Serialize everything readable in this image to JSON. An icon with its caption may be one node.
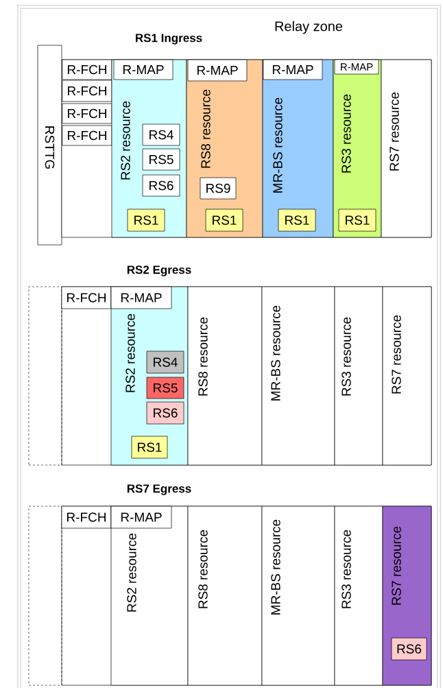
{
  "diagram": {
    "nodes": [
      {
        "text": [
          "RSTTG"
        ]
      },
      {
        "text": [
          "RS1 Ingress"
        ]
      },
      {
        "text": [
          "R-FCH"
        ],
        "in": 1
      },
      {
        "text": [
          "R-FCH"
        ],
        "in": 1
      },
      {
        "text": [
          "R-FCH"
        ],
        "in": 1
      },
      {
        "text": [
          "R-FCH"
        ],
        "in": 1
      },
      {
        "text": [
          "RS2 resource"
        ],
        "in": 1
      },
      {
        "text": [
          "R-MAP"
        ],
        "in": 6
      },
      {
        "text": [
          "RS4"
        ],
        "in": 6
      },
      {
        "text": [
          "RS5"
        ],
        "in": 6
      },
      {
        "text": [
          "RS6"
        ],
        "in": 6
      },
      {
        "text": [
          "RS1"
        ],
        "in": 6
      },
      {
        "text": [
          "RS8 resource"
        ],
        "in": 1
      },
      {
        "text": [
          "R-MAP"
        ],
        "in": 12
      },
      {
        "text": [
          "RS9"
        ],
        "in": 12
      },
      {
        "text": [
          "RS1"
        ],
        "in": 12
      },
      {
        "text": [
          "MR-BS resource"
        ],
        "in": 1
      },
      {
        "text": [
          "R-MAP"
        ],
        "in": 16
      },
      {
        "text": [
          "RS1"
        ],
        "in": 16
      },
      {
        "text": [
          "RS3 resource"
        ],
        "in": 1
      },
      {
        "text": [
          "R-MAP"
        ],
        "in": 19
      },
      {
        "text": [
          "RS1"
        ],
        "in": 19
      },
      {
        "text": [
          "RS7 resource"
        ],
        "in": 1
      },
      {
        "text": [
          "RS2 Egress"
        ]
      },
      {
        "text": [],
        "shape": "box"
      },
      {
        "text": [
          "R-FCH"
        ],
        "in": 23
      },
      {
        "text": [
          "RS2 resource"
        ],
        "in": 23
      },
      {
        "text": [
          "R-MAP"
        ],
        "in": 26
      },
      {
        "text": [
          "RS4"
        ],
        "in": 26
      },
      {
        "text": [
          "RS5"
        ],
        "in": 26
      },
      {
        "text": [
          "RS6"
        ],
        "in": 26
      },
      {
        "text": [
          "RS1"
        ],
        "in": 26
      },
      {
        "text": [
          "RS8 resource"
        ],
        "in": 23
      },
      {
        "text": [
          "MR-BS resource"
        ],
        "in": 23
      },
      {
        "text": [
          "RS3 resource"
        ],
        "in": 23
      },
      {
        "text": [
          "RS7 resource"
        ],
        "in": 23
      },
      {
        "text": [
          "RS7 Egress"
        ]
      },
      {
        "text": [],
        "shape": "box"
      },
      {
        "text": [
          "R-FCH"
        ],
        "in": 36
      },
      {
        "text": [
          "RS2 resource"
        ],
        "in": 36
      },
      {
        "text": [
          "R-MAP"
        ],
        "in": 39
      },
      {
        "text": [
          "RS8 resource"
        ],
        "in": 36
      },
      {
        "text": [
          "MR-BS resource"
        ],
        "in": 36
      },
      {
        "text": [
          "RS3 resource"
        ],
        "in": 36
      },
      {
        "text": [
          "RS7 resource"
        ],
        "in": 36
      },
      {
        "text": [
          "RS6"
        ],
        "in": 44
      }
    ],
    "labels": [
      "Relay zone"
    ]
  }
}
